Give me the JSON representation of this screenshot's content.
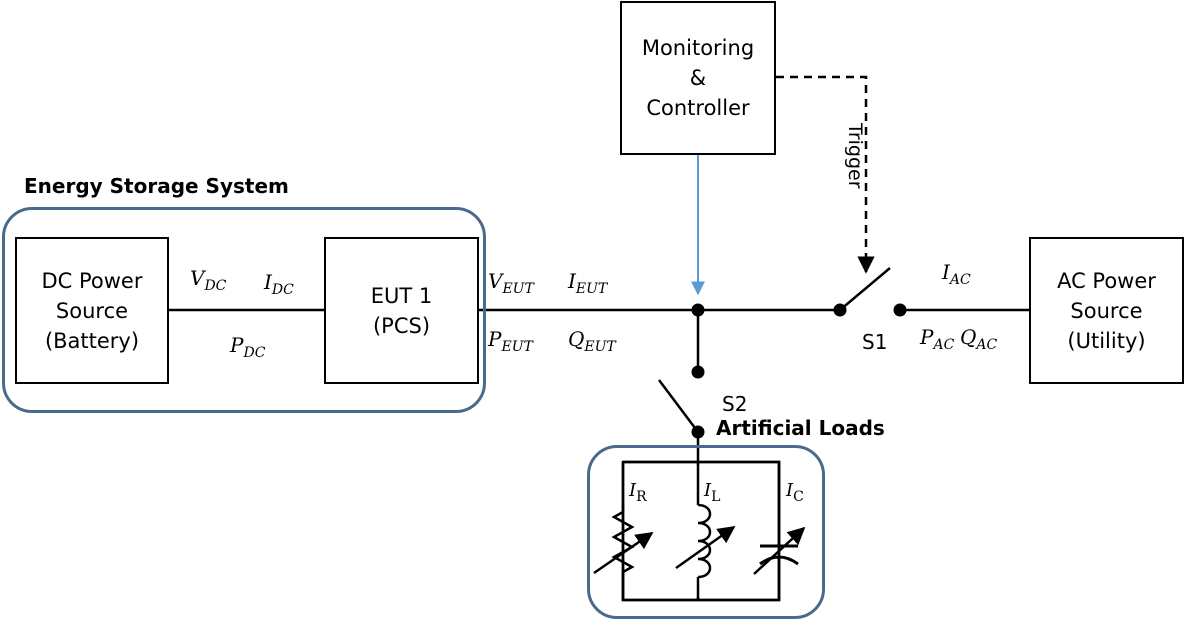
{
  "blocks": {
    "monitor": [
      "Monitoring",
      "&",
      "Controller"
    ],
    "dc_source": [
      "DC Power",
      "Source",
      "(Battery)"
    ],
    "eut": [
      "EUT 1",
      "(PCS)"
    ],
    "ac_source": [
      "AC Power",
      "Source",
      "(Utility)"
    ]
  },
  "groups": {
    "ess_title": "Energy Storage System",
    "loads_title": "Artificial Loads"
  },
  "labels": {
    "trigger": "Trigger",
    "s1": "S1",
    "s2": "S2"
  },
  "variables": {
    "v_dc": {
      "main": "V",
      "sub": "DC"
    },
    "i_dc": {
      "main": "I",
      "sub": "DC"
    },
    "p_dc": {
      "main": "P",
      "sub": "DC"
    },
    "v_eut": {
      "main": "V",
      "sub": "EUT"
    },
    "i_eut": {
      "main": "I",
      "sub": "EUT"
    },
    "p_eut": {
      "main": "P",
      "sub": "EUT"
    },
    "q_eut": {
      "main": "Q",
      "sub": "EUT"
    },
    "i_ac": {
      "main": "I",
      "sub": "AC"
    },
    "p_ac": {
      "main": "P",
      "sub": "AC"
    },
    "q_ac": {
      "main": "Q",
      "sub": "AC"
    }
  },
  "load_currents": {
    "r": {
      "main": "I",
      "sub": "R"
    },
    "l": {
      "main": "I",
      "sub": "L"
    },
    "c": {
      "main": "I",
      "sub": "C"
    }
  },
  "colors": {
    "group_border": "#4a6a8c",
    "control_line": "#5b9bd5",
    "wire": "#000000"
  }
}
